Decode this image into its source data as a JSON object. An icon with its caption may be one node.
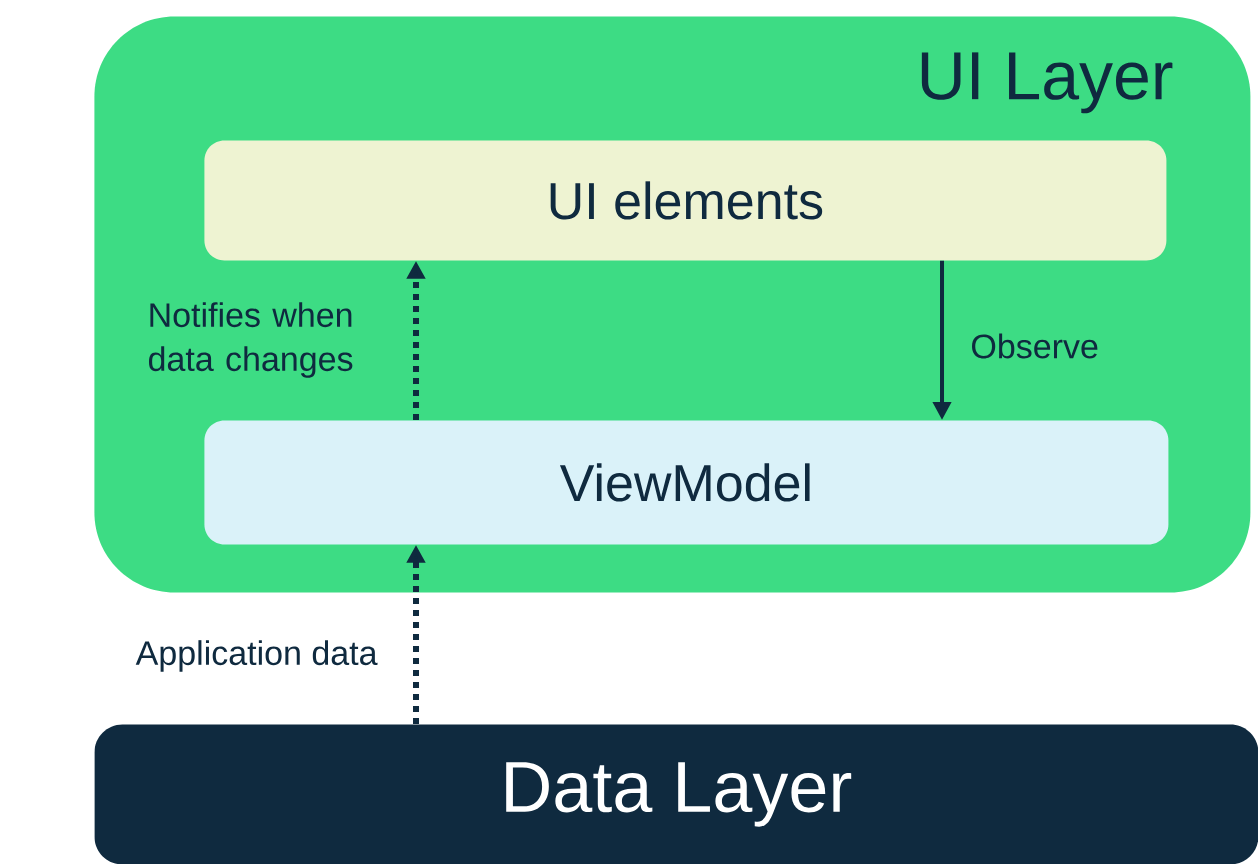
{
  "diagram": {
    "nodes": [
      {
        "text": [
          "UI Layer"
        ]
      },
      {
        "text": [
          "UI elements"
        ],
        "in": 0
      },
      {
        "text": [
          "ViewModel"
        ],
        "in": 0
      },
      {
        "text": [
          "Data Layer"
        ]
      }
    ],
    "edges": [
      {
        "from": 2,
        "to": 1,
        "arrow": "to",
        "style": "dashed",
        "label": "Notifies when data changes"
      },
      {
        "from": 1,
        "to": 2,
        "arrow": "to",
        "label": "Observe"
      },
      {
        "from": 3,
        "to": 2,
        "arrow": "to",
        "style": "dashed",
        "label": "Application data"
      }
    ]
  }
}
